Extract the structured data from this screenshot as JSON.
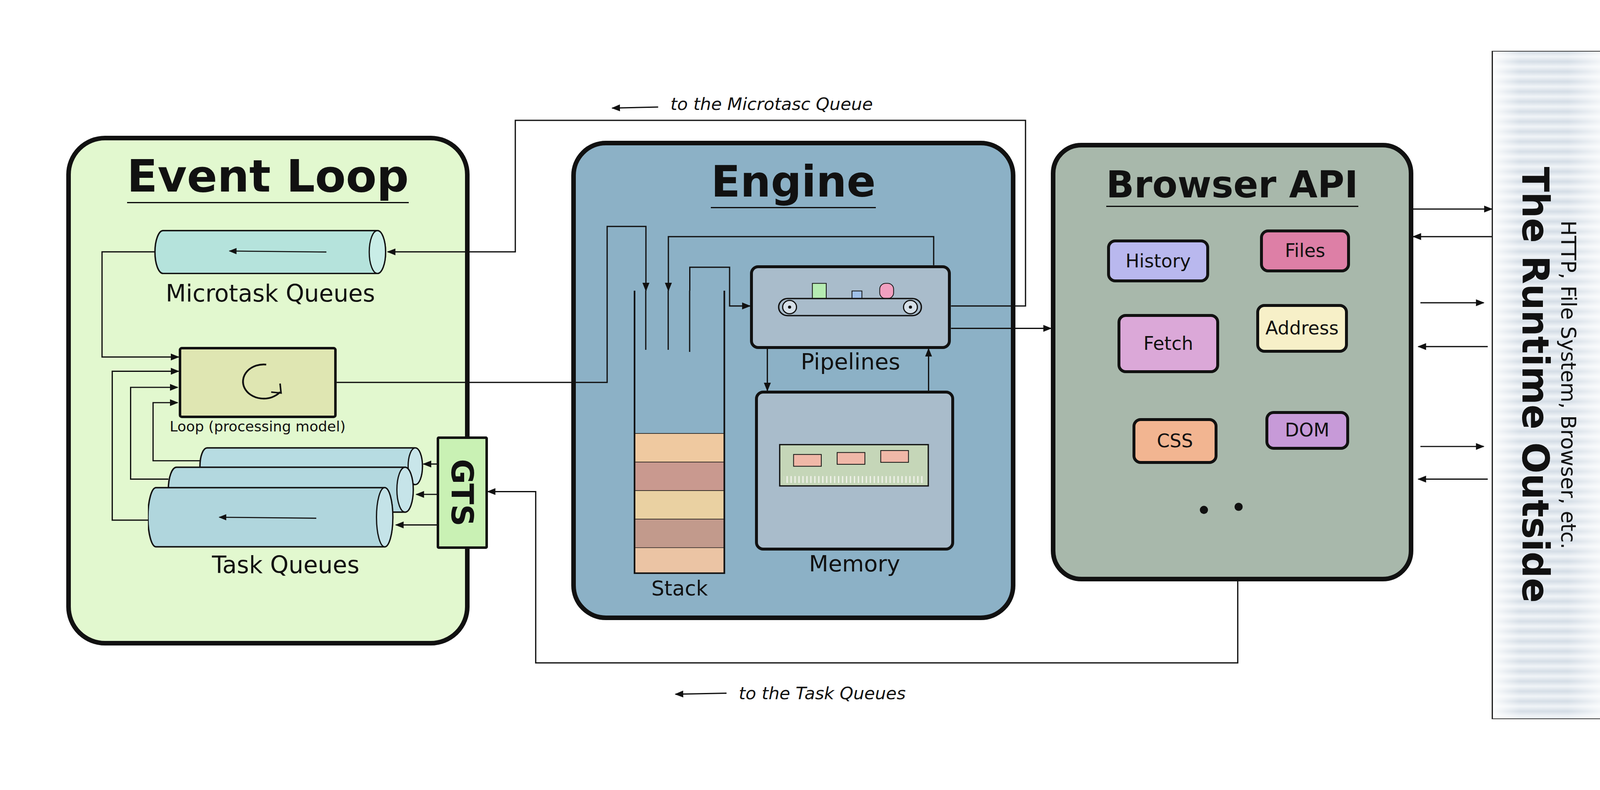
{
  "diagram": {
    "nodes": [
      {
        "text": [
          "Event Loop"
        ]
      },
      {
        "text": [
          "Microtask Queues"
        ],
        "in": 0
      },
      {
        "text": [
          "Loop (processing model)"
        ],
        "in": 0
      },
      {
        "text": [
          "Task Queues"
        ],
        "in": 0
      },
      {
        "text": [
          "GTS"
        ],
        "in": 0
      },
      {
        "text": [
          "Engine"
        ]
      },
      {
        "text": [
          "Stack"
        ],
        "in": 5
      },
      {
        "text": [
          "Pipelines"
        ],
        "in": 5
      },
      {
        "text": [
          "Memory"
        ],
        "in": 5
      },
      {
        "text": [
          "Browser API"
        ]
      },
      {
        "text": [
          "History"
        ],
        "in": 9
      },
      {
        "text": [
          "Files"
        ],
        "in": 9
      },
      {
        "text": [
          "Fetch"
        ],
        "in": 9
      },
      {
        "text": [
          "Address"
        ],
        "in": 9
      },
      {
        "text": [
          "CSS"
        ],
        "in": 9
      },
      {
        "text": [
          "DOM"
        ],
        "in": 9
      },
      {
        "text": [
          "The Runtime Outside",
          "HTTP, File System, Browser, etc."
        ]
      }
    ],
    "edges": [
      {
        "from": 7,
        "to": 1,
        "label": "to the Microtasc Queue",
        "arrow": "to"
      },
      {
        "from": 9,
        "to": 4,
        "label": "to the Task Queues",
        "arrow": "to"
      },
      {
        "from": 4,
        "to": 3,
        "arrow": "to"
      },
      {
        "from": 1,
        "to": 2,
        "arrow": "to"
      },
      {
        "from": 3,
        "to": 2,
        "arrow": "to"
      },
      {
        "from": 2,
        "to": 6,
        "arrow": "to"
      },
      {
        "from": 7,
        "to": 6,
        "arrow": "to"
      },
      {
        "from": 6,
        "to": 7,
        "arrow": "to"
      },
      {
        "from": 7,
        "to": 8,
        "arrow": "to"
      },
      {
        "from": 8,
        "to": 7,
        "arrow": "to"
      },
      {
        "from": 7,
        "to": 9,
        "arrow": "to"
      },
      {
        "from": 9,
        "to": 16,
        "arrow": "to"
      },
      {
        "from": 16,
        "to": 9,
        "arrow": "to"
      }
    ]
  }
}
